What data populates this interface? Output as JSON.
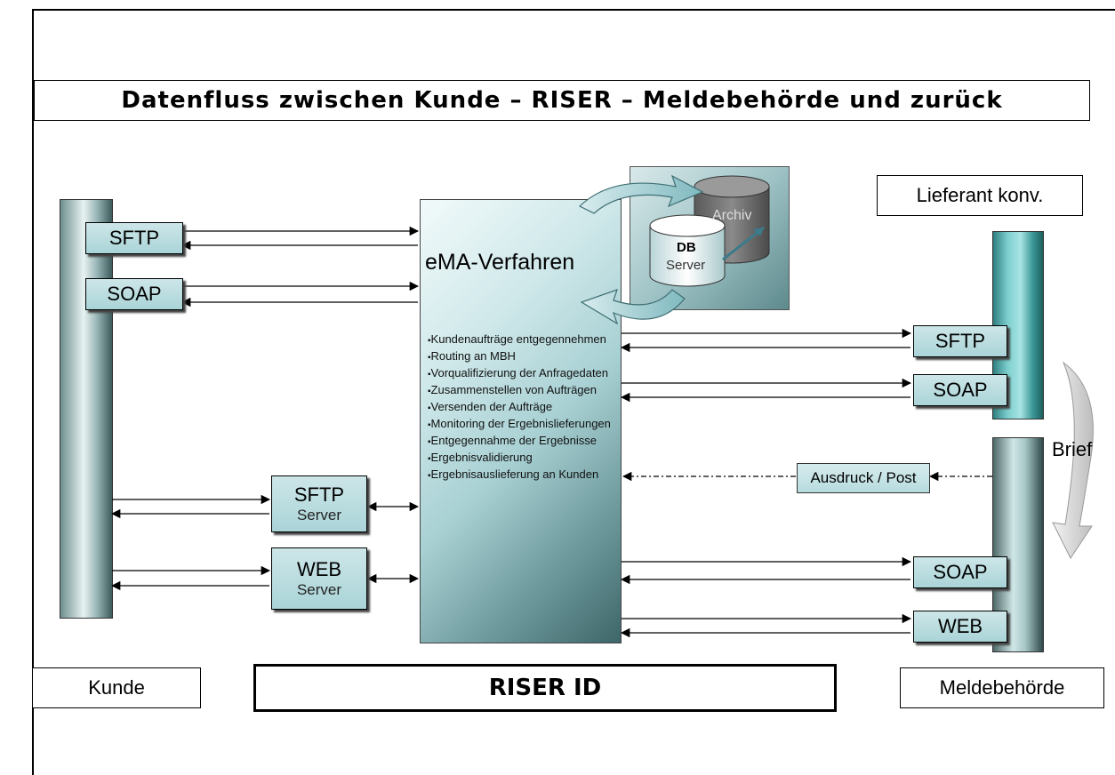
{
  "title": "Datenfluss zwischen Kunde – RISER – Meldebehörde und zurück",
  "labels": {
    "kunde": "Kunde",
    "riser": "RISER ID",
    "meldebehoerde": "Meldebehörde",
    "lieferant": "Lieferant konv.",
    "brief": "Brief",
    "ausdruck": "Ausdruck / Post"
  },
  "ema": {
    "title": "eMA-Verfahren",
    "items": [
      "Kundenaufträge entgegennehmen",
      "Routing an MBH",
      "Vorqualifizierung der Anfragedaten",
      "Zusammenstellen von Aufträgen",
      "Versenden der Aufträge",
      "Monitoring der Ergebnislieferungen",
      "Entgegennahme der Ergebnisse",
      "Ergebnisvalidierung",
      "Ergebnisauslieferung an Kunden"
    ]
  },
  "db": {
    "archiv": "Archiv",
    "db": "DB",
    "server": "Server"
  },
  "kunde_protocols": {
    "sftp": "SFTP",
    "soap": "SOAP"
  },
  "riser_servers": {
    "sftp": {
      "name": "SFTP",
      "sub": "Server"
    },
    "web": {
      "name": "WEB",
      "sub": "Server"
    }
  },
  "lieferant_protocols": {
    "sftp": "SFTP",
    "soap": "SOAP"
  },
  "melde_protocols": {
    "soap": "SOAP",
    "web": "WEB"
  },
  "colors": {
    "accent_teal": "#7fd0d0",
    "box_fill": "#b7dbde",
    "arrow": "#000000"
  }
}
